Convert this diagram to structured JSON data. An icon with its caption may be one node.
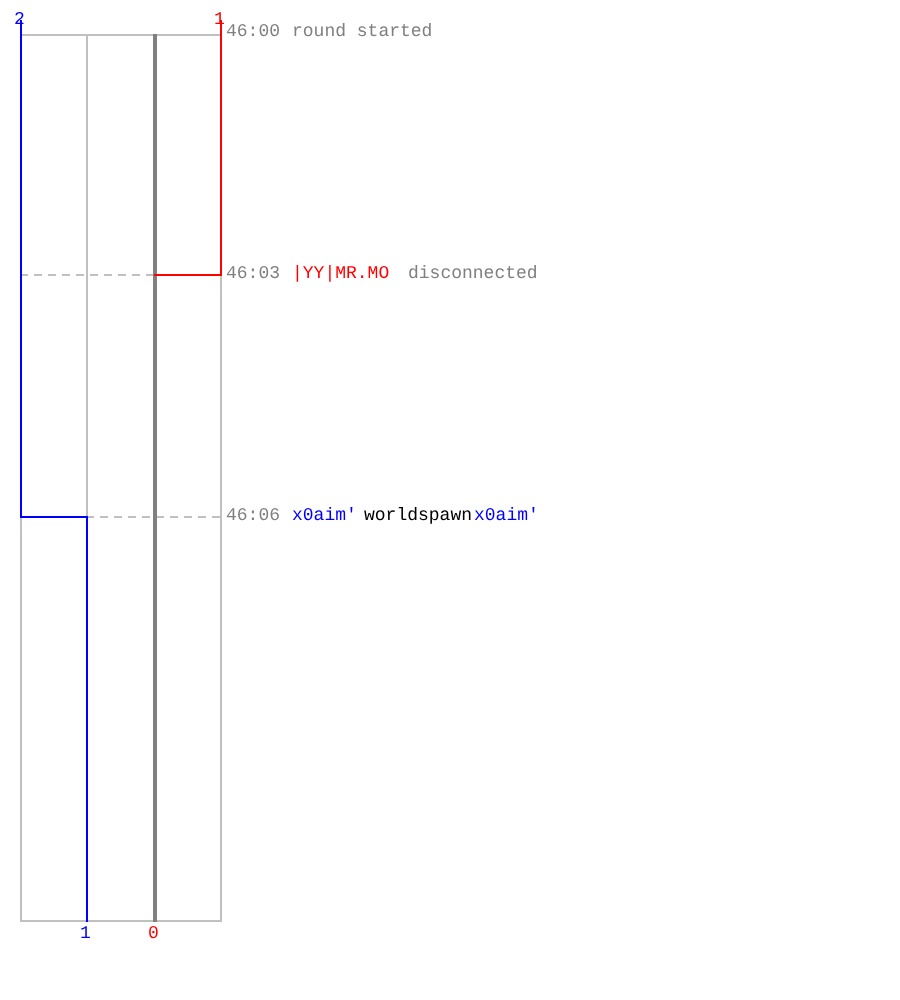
{
  "diagram": {
    "labels": [
      "2",
      "1",
      "46:00",
      "round started",
      "46:03",
      "|YY|MR.MO",
      "disconnected",
      "46:06",
      "x0aim'",
      "worldspawn",
      "x0aim'",
      "1",
      "0"
    ]
  }
}
